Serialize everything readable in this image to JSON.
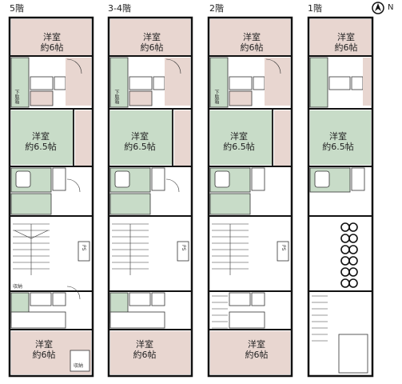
{
  "floors": [
    {
      "label": "5階",
      "rooms": [
        {
          "name": "洋室",
          "size": "約6帖"
        },
        {
          "name": "洋室",
          "size": "約6.5帖"
        },
        {
          "name": "洋室",
          "size": "約6帖"
        }
      ],
      "extra_labels": {
        "storage": "収納",
        "shoes": "下駄箱",
        "bottom_storage": "収納",
        "ps": "PS"
      }
    },
    {
      "label": "3-4階",
      "rooms": [
        {
          "name": "洋室",
          "size": "約6帖"
        },
        {
          "name": "洋室",
          "size": "約6.5帖"
        },
        {
          "name": "洋室",
          "size": "約6帖"
        }
      ],
      "extra_labels": {
        "shoes": "下駄箱",
        "ps": "PS"
      }
    },
    {
      "label": "2階",
      "rooms": [
        {
          "name": "洋室",
          "size": "約6帖"
        },
        {
          "name": "洋室",
          "size": "約6.5帖"
        },
        {
          "name": "洋室",
          "size": "約6帖"
        }
      ],
      "extra_labels": {
        "shoes": "下駄箱",
        "ps": "PS"
      }
    },
    {
      "label": "1階",
      "rooms": [
        {
          "name": "洋室",
          "size": "約6帖"
        },
        {
          "name": "洋室",
          "size": "約6.5帖"
        }
      ],
      "extra_labels": {}
    }
  ],
  "compass": {
    "label": "N"
  },
  "colors": {
    "room_fill": "#e8d6d0",
    "green_fill": "#c8dcc8",
    "wall": "#111111"
  }
}
